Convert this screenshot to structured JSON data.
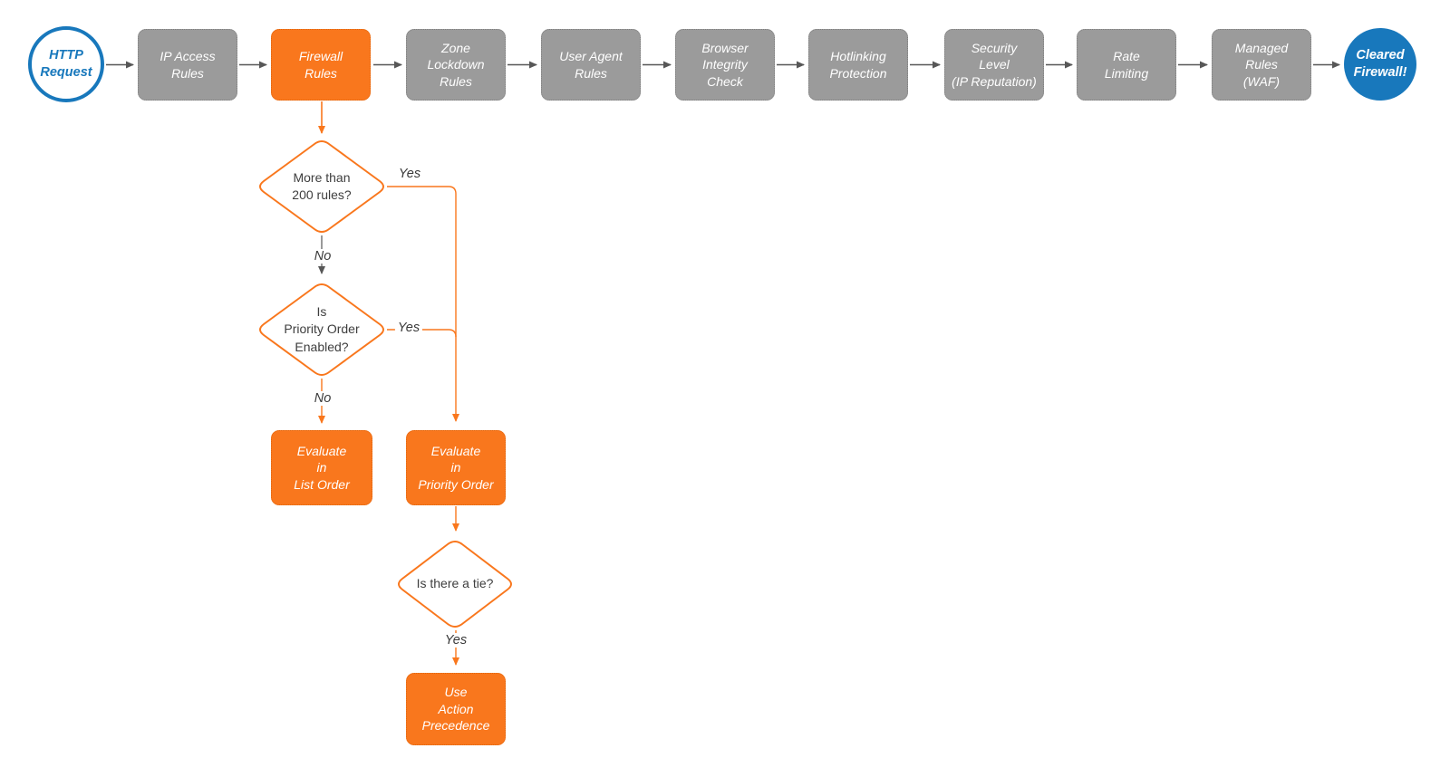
{
  "colors": {
    "orange": "#F9771D",
    "gray_box": "#9B9B9B",
    "blue": "#1878BC",
    "arrow_gray": "#575757",
    "text_dark": "#3E3E3E",
    "node_text": "#FFFFFF"
  },
  "flowchart": {
    "start": {
      "label": "HTTP\nRequest"
    },
    "end": {
      "label": "Cleared\nFirewall!"
    },
    "pipeline": [
      {
        "label": "IP Access\nRules"
      },
      {
        "label": "Firewall\nRules"
      },
      {
        "label": "Zone\nLockdown\nRules"
      },
      {
        "label": "User Agent\nRules"
      },
      {
        "label": "Browser\nIntegrity\nCheck"
      },
      {
        "label": "Hotlinking\nProtection"
      },
      {
        "label": "Security\nLevel\n(IP Reputation)"
      },
      {
        "label": "Rate\nLimiting"
      },
      {
        "label": "Managed\nRules\n(WAF)"
      }
    ],
    "decisions": [
      {
        "label": "More than\n200 rules?"
      },
      {
        "label": "Is\nPriority Order\nEnabled?"
      },
      {
        "label": "Is there a tie?"
      }
    ],
    "actions": [
      {
        "label": "Evaluate\nin\nList Order"
      },
      {
        "label": "Evaluate\nin\nPriority Order"
      },
      {
        "label": "Use\nAction\nPrecedence"
      }
    ],
    "edge_labels": {
      "d1_yes": "Yes",
      "d1_no": "No",
      "d2_yes": "Yes",
      "d2_no": "No",
      "d3_yes": "Yes"
    }
  }
}
